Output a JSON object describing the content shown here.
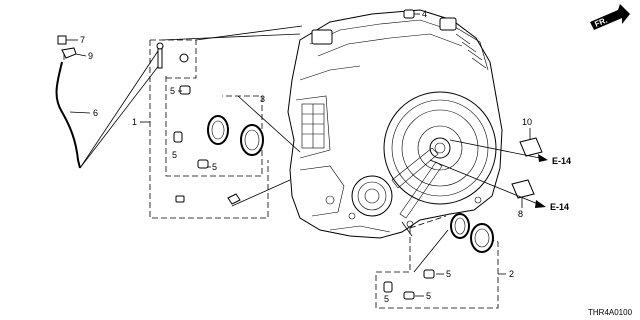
{
  "callouts": {
    "c1": "1",
    "c2": "2",
    "c3": "3",
    "c4": "4",
    "c5a": "5",
    "c5b": "5",
    "c5c": "5",
    "c5d": "5",
    "c5e": "5",
    "c5f": "5",
    "c6": "6",
    "c7": "7",
    "c8": "8",
    "c9": "9",
    "c10": "10"
  },
  "references": {
    "ref_upper": "E-14",
    "ref_lower": "E-14"
  },
  "direction": "FR.",
  "diagram_code": "THR4A0100",
  "icons": {
    "direction_arrow": "front-direction-arrow-icon"
  }
}
